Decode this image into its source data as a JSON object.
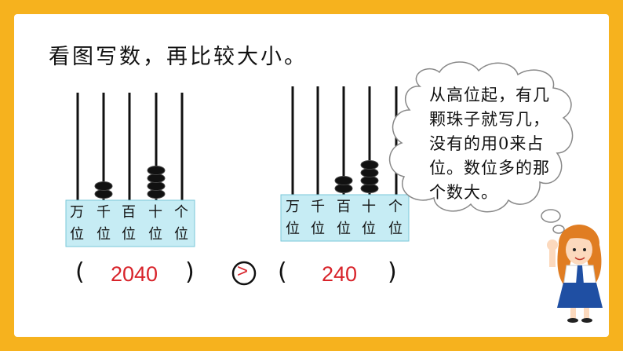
{
  "instruction": "看图写数，再比较大小。",
  "abacus_left": {
    "place_labels": [
      "万位",
      "千位",
      "百位",
      "十位",
      "个位"
    ],
    "beads": [
      0,
      2,
      0,
      4,
      0
    ]
  },
  "abacus_right": {
    "place_labels": [
      "万位",
      "千位",
      "百位",
      "十位",
      "个位"
    ],
    "beads": [
      0,
      0,
      2,
      4,
      0
    ]
  },
  "answers": {
    "left_number": "2040",
    "right_number": "240",
    "comparison": ">"
  },
  "parens": {
    "open": "(",
    "close": ")"
  },
  "hint": {
    "lines": [
      "从高位起，有几",
      "颗珠子就写几，",
      "没有的用0来占",
      "位。数位多的那",
      "个数大。"
    ]
  },
  "colors": {
    "border": "#f6b21e",
    "label_bg": "#c6ecf4",
    "answer": "#d8232a",
    "circle": "#d8232a"
  }
}
